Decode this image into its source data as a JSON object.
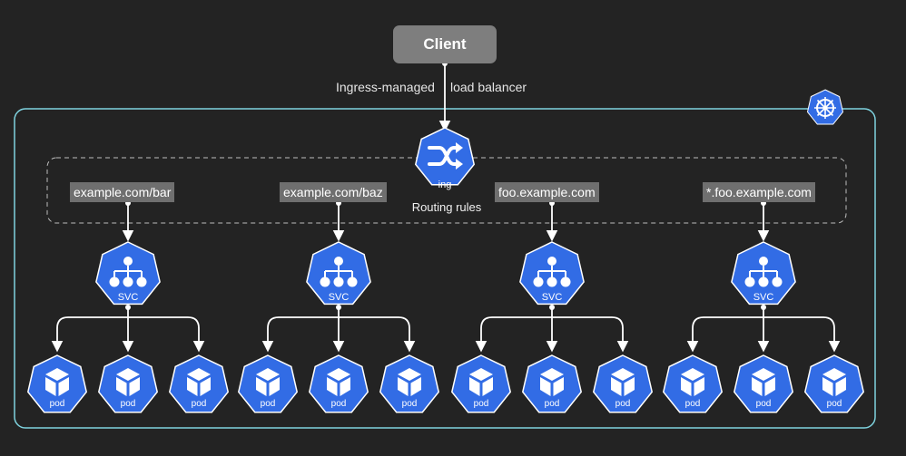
{
  "client": {
    "label": "Client"
  },
  "load_balancer": {
    "label_left": "Ingress-managed",
    "label_right": "load balancer"
  },
  "ingress": {
    "label": "ing",
    "caption": "Routing rules"
  },
  "routes": [
    {
      "host": "example.com/bar",
      "svc_label": "SVC",
      "pods": [
        "pod",
        "pod",
        "pod"
      ]
    },
    {
      "host": "example.com/baz",
      "svc_label": "SVC",
      "pods": [
        "pod",
        "pod",
        "pod"
      ]
    },
    {
      "host": "foo.example.com",
      "svc_label": "SVC",
      "pods": [
        "pod",
        "pod",
        "pod"
      ]
    },
    {
      "host": "*.foo.example.com",
      "svc_label": "SVC",
      "pods": [
        "pod",
        "pod",
        "pod"
      ]
    }
  ],
  "colors": {
    "background": "#232323",
    "k8s_blue": "#326ce5",
    "cluster_border": "#7fd3df",
    "client_box": "#7e7e7e",
    "route_label_bg": "#6f6f6f"
  }
}
